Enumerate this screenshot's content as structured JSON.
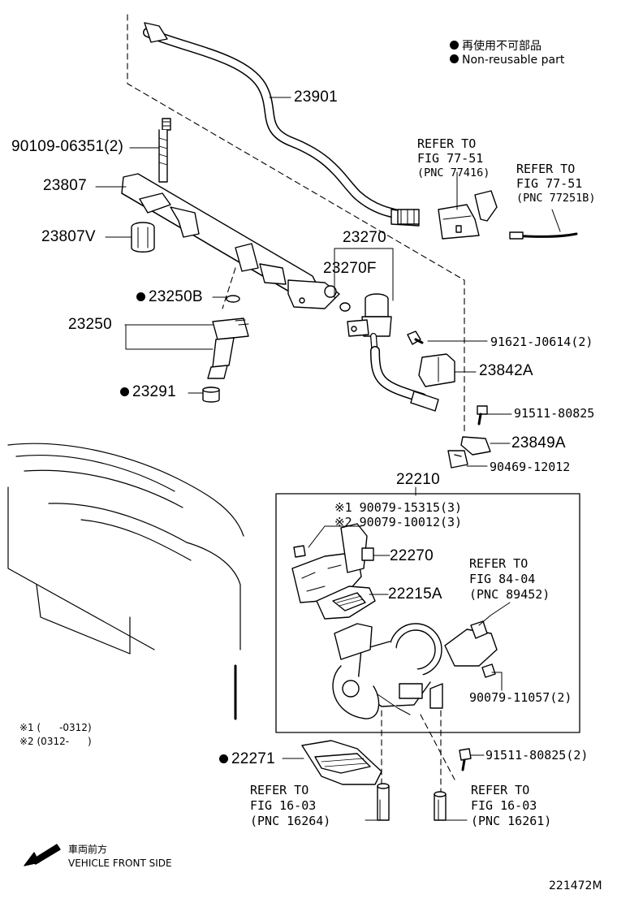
{
  "legend": {
    "jp": "再使用不可部品",
    "en": "Non-reusable part"
  },
  "parts": {
    "p23901": "23901",
    "p90109": "90109-06351(2)",
    "p23807": "23807",
    "p23807v": "23807V",
    "p23250b": "23250B",
    "p23250": "23250",
    "p23291": "23291",
    "p23270": "23270",
    "p23270f": "23270F",
    "p91621": "91621-J0614(2)",
    "p23842a": "23842A",
    "p91511a": "91511-80825",
    "p23849a": "23849A",
    "p90469": "90469-12012",
    "p22210": "22210",
    "p22270": "22270",
    "p22215a": "22215A",
    "p90079b": "90079-11057(2)",
    "p91511b": "91511-80825(2)",
    "p22271": "22271"
  },
  "alt_parts": {
    "mark1": "※1",
    "part1": "90079-15315(3)",
    "mark2": "※2",
    "part2": "90079-10012(3)"
  },
  "refs": {
    "r1": {
      "l1": "REFER TO",
      "l2": "FIG 77-51",
      "l3": "(PNC 77416)"
    },
    "r2": {
      "l1": "REFER TO",
      "l2": "FIG 77-51",
      "l3": "(PNC 77251B)"
    },
    "r3": {
      "l1": "REFER TO",
      "l2": "FIG 84-04",
      "l3": "(PNC 89452)"
    },
    "r4": {
      "l1": "REFER TO",
      "l2": "FIG 16-03",
      "l3": "(PNC 16264)"
    },
    "r5": {
      "l1": "REFER TO",
      "l2": "FIG 16-03",
      "l3": "(PNC 16261)"
    }
  },
  "notes": {
    "n1": "※1 (      -0312)",
    "n2": "※2 (0312-      )"
  },
  "front": {
    "jp": "車両前方",
    "en": "VEHICLE FRONT SIDE"
  },
  "figure_id": "221472M"
}
